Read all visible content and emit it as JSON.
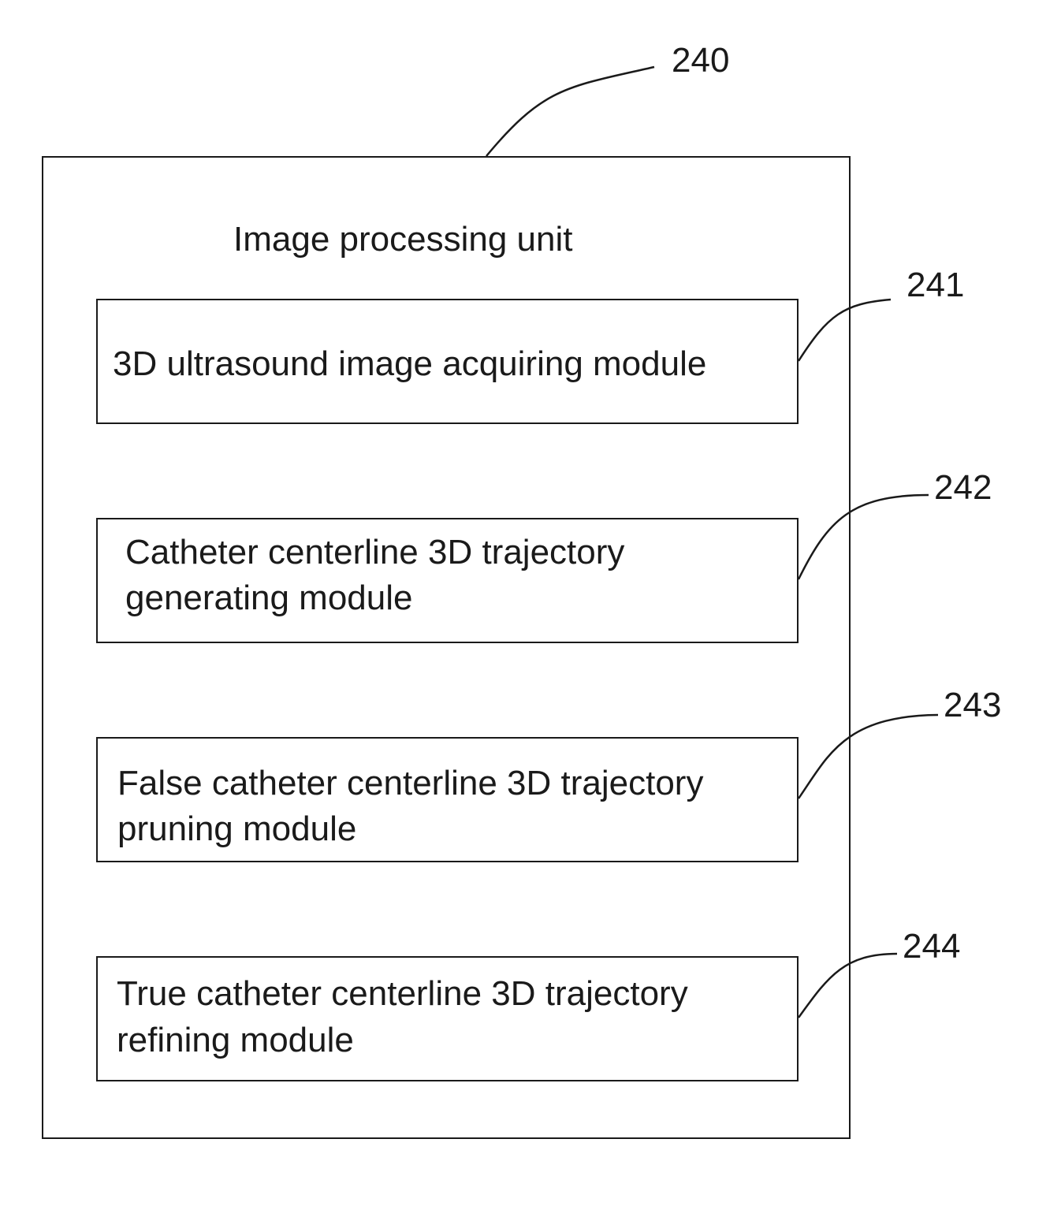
{
  "diagram": {
    "unit_ref": "240",
    "unit_title": "Image processing unit",
    "modules": [
      {
        "ref": "241",
        "lines": [
          "3D ultrasound image acquiring module"
        ]
      },
      {
        "ref": "242",
        "lines": [
          "Catheter centerline 3D trajectory",
          "generating module"
        ]
      },
      {
        "ref": "243",
        "lines": [
          "False catheter centerline 3D trajectory",
          "pruning module"
        ]
      },
      {
        "ref": "244",
        "lines": [
          "True catheter centerline 3D trajectory",
          "refining module"
        ]
      }
    ]
  }
}
